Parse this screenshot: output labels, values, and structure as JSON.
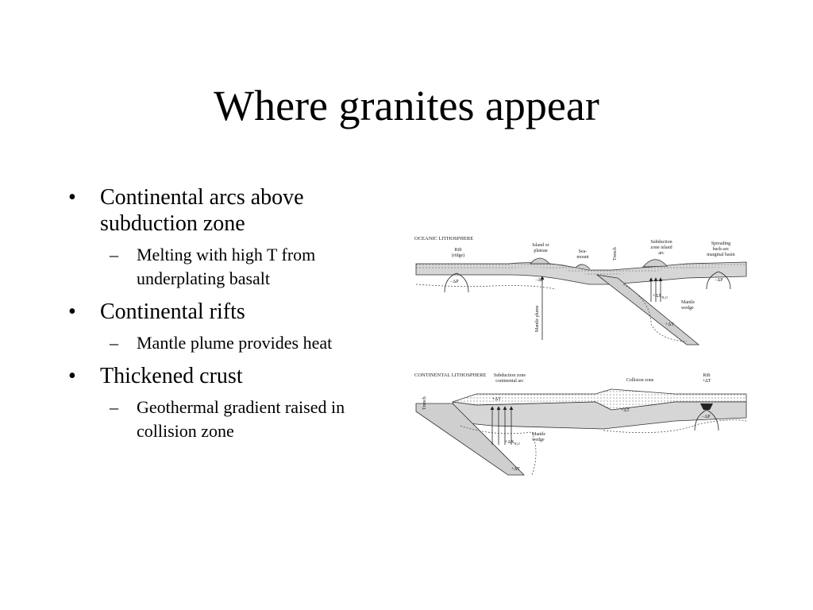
{
  "title": "Where granites appear",
  "bullets": [
    {
      "text": "Continental arcs above subduction zone",
      "sub": [
        "Melting with high T from underplating basalt"
      ]
    },
    {
      "text": "Continental rifts",
      "sub": [
        "Mantle plume provides heat"
      ]
    },
    {
      "text": "Thickened crust",
      "sub": [
        "Geothermal gradient raised in collision zone"
      ]
    }
  ],
  "bullet_glyph": "•",
  "dash_glyph": "–",
  "figure": {
    "oceanic": {
      "heading": "OCEANIC LITHOSPHERE",
      "labels": {
        "rift_line1": "Rift",
        "rift_line2": "(ridge)",
        "island_line1": "Island or",
        "island_line2": "plateau",
        "seamount_line1": "Sea-",
        "seamount_line2": "mount",
        "trench": "Trench",
        "arc_line1": "Subduction",
        "arc_line2": "zone island",
        "arc_line3": "arc",
        "backarc_line1": "Spreading",
        "backarc_line2": "back-arc",
        "backarc_line3": "marginal basin",
        "dp_rift": "−ΔP",
        "dp_island": "−ΔP",
        "dp_backarc": "−ΔP",
        "dx": "+ΔX",
        "dx_sub": "H₂O",
        "mantle_wedge_line1": "Mantle",
        "mantle_wedge_line2": "wedge",
        "dt": "+ΔT",
        "plume": "Mantle plume"
      }
    },
    "continental": {
      "heading": "CONTINENTAL LITHOSPHERE",
      "labels": {
        "trench": "Trench",
        "arc_line1": "Subduction zone",
        "arc_line2": "continental arc",
        "collision": "Collision zone",
        "rift_line1": "Rift",
        "rift_line2": "+ΔT",
        "dt_arc": "+ΔT",
        "dt_collision": "+ΔT",
        "dp_rift": "−ΔP",
        "dx": "+ΔX",
        "dx_sub": "H₂O",
        "mantle_wedge_line1": "Mantle",
        "mantle_wedge_line2": "wedge",
        "dt_slab": "+ΔT"
      }
    }
  }
}
